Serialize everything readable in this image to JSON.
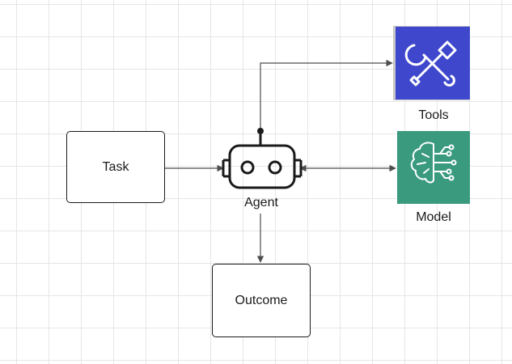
{
  "nodes": {
    "task": {
      "label": "Task"
    },
    "agent": {
      "label": "Agent",
      "icon": "robot-icon"
    },
    "tools": {
      "label": "Tools",
      "icon": "wrench-screwdriver-icon",
      "color": "#3f48cc"
    },
    "model": {
      "label": "Model",
      "icon": "brain-circuit-icon",
      "color": "#3a9a7e"
    },
    "outcome": {
      "label": "Outcome"
    }
  },
  "colors": {
    "edge": "#4d4d4d",
    "stroke": "#1a1a1a",
    "grid": "#e6e6e6"
  }
}
